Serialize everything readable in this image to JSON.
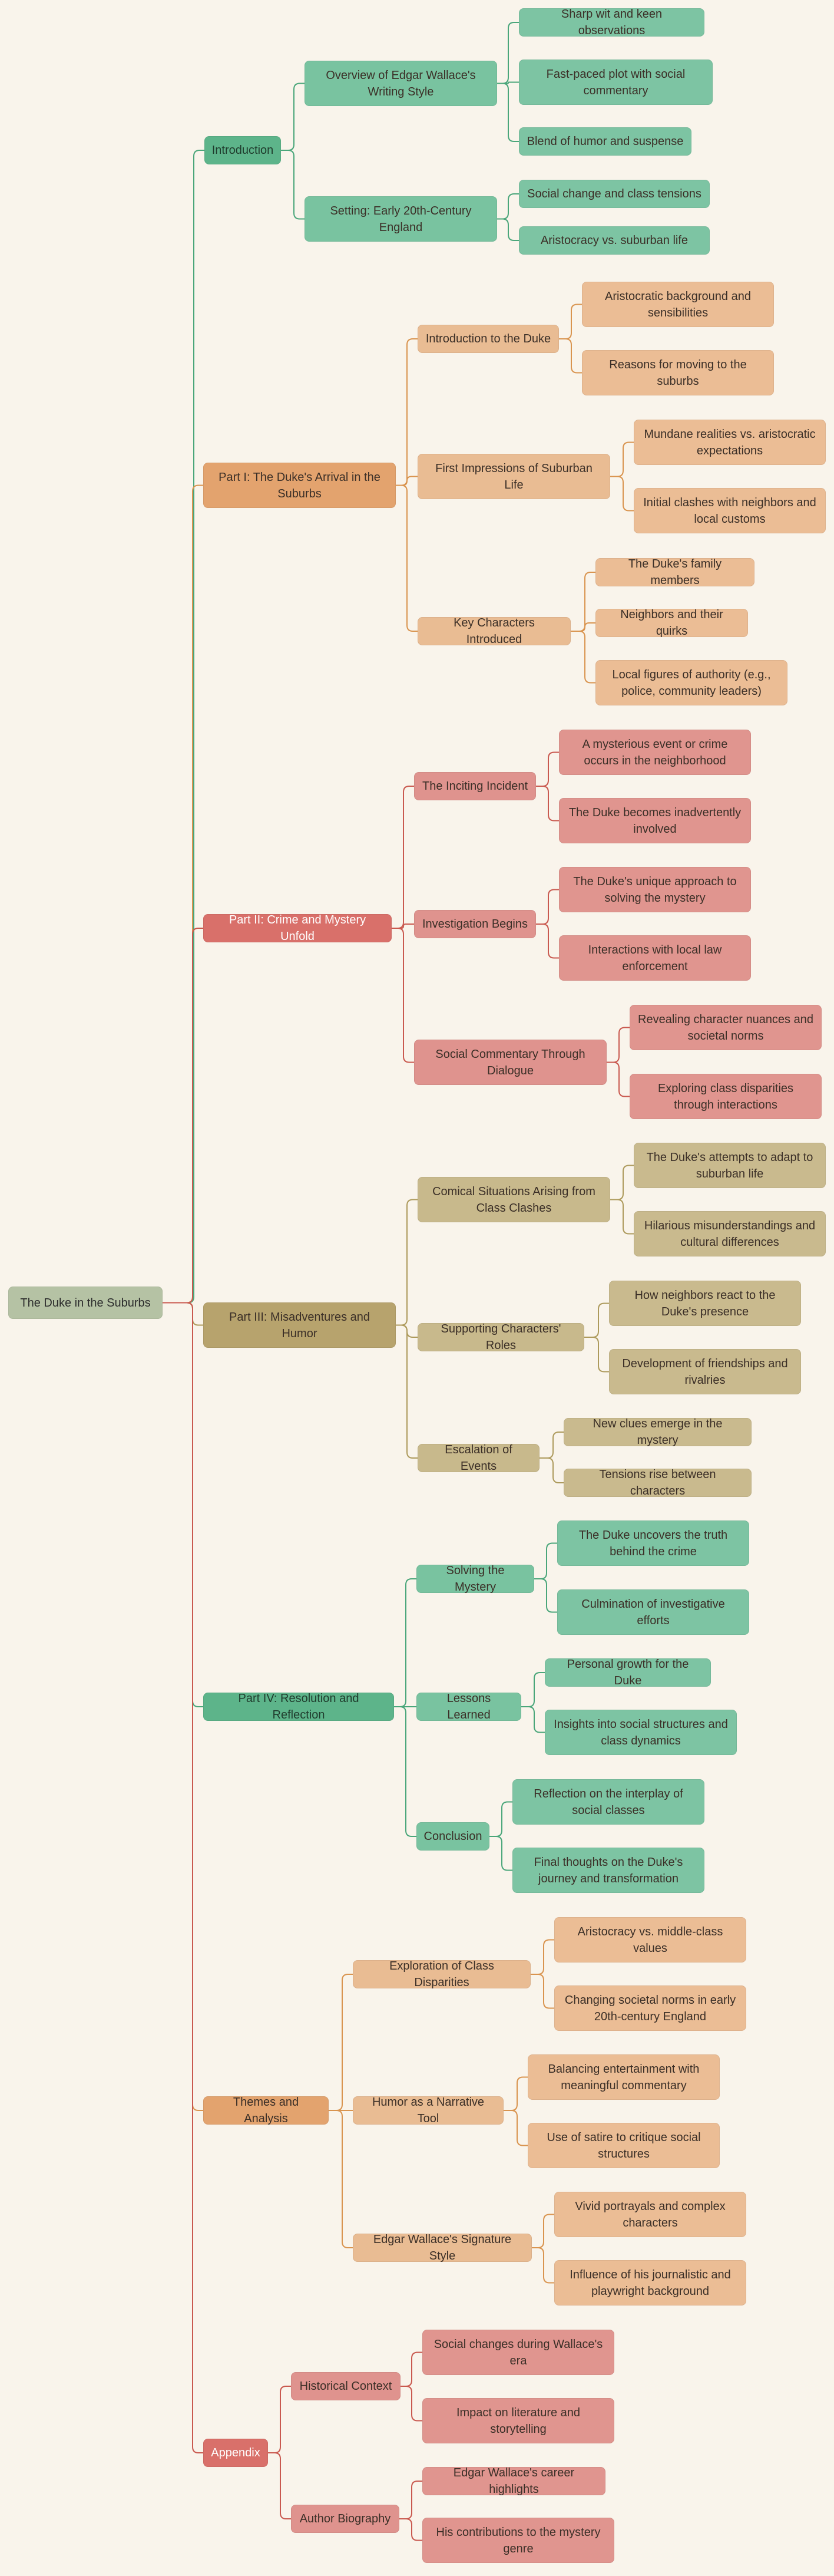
{
  "colors": {
    "background": "#f9f4eb",
    "root": "#b5c2a4",
    "green": {
      "l1": "#5db48a",
      "l2": "#79c3a0",
      "l3": "#7dc4a3",
      "line": "#4aa67a"
    },
    "orange": {
      "l1": "#e3a36e",
      "l2": "#e9bc93",
      "l3": "#ebbd95",
      "line": "#d9944f"
    },
    "red": {
      "l1": "#d9706a",
      "l2": "#df938e",
      "l3": "#e0958f",
      "line": "#c9594f"
    },
    "olive": {
      "l1": "#b7a36d",
      "l2": "#c8b98c",
      "l3": "#c9ba8e",
      "line": "#ad9a5c"
    }
  },
  "tree": {
    "text": "The Duke in the Suburbs",
    "children": [
      {
        "text": "Introduction",
        "palette": "green",
        "children": [
          {
            "text": "Overview of Edgar Wallace's Writing Style",
            "children": [
              {
                "text": "Sharp wit and keen observations"
              },
              {
                "text": "Fast-paced plot with social commentary"
              },
              {
                "text": "Blend of humor and suspense"
              }
            ]
          },
          {
            "text": "Setting: Early 20th-Century England",
            "children": [
              {
                "text": "Social change and class tensions"
              },
              {
                "text": "Aristocracy vs. suburban life"
              }
            ]
          }
        ]
      },
      {
        "text": "Part I: The Duke's Arrival in the Suburbs",
        "palette": "orange",
        "children": [
          {
            "text": "Introduction to the Duke",
            "children": [
              {
                "text": "Aristocratic background and sensibilities"
              },
              {
                "text": "Reasons for moving to the suburbs"
              }
            ]
          },
          {
            "text": "First Impressions of Suburban Life",
            "children": [
              {
                "text": "Mundane realities vs. aristocratic expectations"
              },
              {
                "text": "Initial clashes with neighbors and local customs"
              }
            ]
          },
          {
            "text": "Key Characters Introduced",
            "children": [
              {
                "text": "The Duke's family members"
              },
              {
                "text": "Neighbors and their quirks"
              },
              {
                "text": "Local figures of authority (e.g., police, community leaders)"
              }
            ]
          }
        ]
      },
      {
        "text": "Part II: Crime and Mystery Unfold",
        "palette": "red",
        "children": [
          {
            "text": "The Inciting Incident",
            "children": [
              {
                "text": "A mysterious event or crime occurs in the neighborhood"
              },
              {
                "text": "The Duke becomes inadvertently involved"
              }
            ]
          },
          {
            "text": "Investigation Begins",
            "children": [
              {
                "text": "The Duke's unique approach to solving the mystery"
              },
              {
                "text": "Interactions with local law enforcement"
              }
            ]
          },
          {
            "text": "Social Commentary Through Dialogue",
            "children": [
              {
                "text": "Revealing character nuances and societal norms"
              },
              {
                "text": "Exploring class disparities through interactions"
              }
            ]
          }
        ]
      },
      {
        "text": "Part III: Misadventures and Humor",
        "palette": "olive",
        "children": [
          {
            "text": "Comical Situations Arising from Class Clashes",
            "children": [
              {
                "text": "The Duke's attempts to adapt to suburban life"
              },
              {
                "text": "Hilarious misunderstandings and cultural differences"
              }
            ]
          },
          {
            "text": "Supporting Characters' Roles",
            "children": [
              {
                "text": "How neighbors react to the Duke's presence"
              },
              {
                "text": "Development of friendships and rivalries"
              }
            ]
          },
          {
            "text": "Escalation of Events",
            "children": [
              {
                "text": "New clues emerge in the mystery"
              },
              {
                "text": "Tensions rise between characters"
              }
            ]
          }
        ]
      },
      {
        "text": "Part IV: Resolution and Reflection",
        "palette": "green",
        "children": [
          {
            "text": "Solving the Mystery",
            "children": [
              {
                "text": "The Duke uncovers the truth behind the crime"
              },
              {
                "text": "Culmination of investigative efforts"
              }
            ]
          },
          {
            "text": "Lessons Learned",
            "children": [
              {
                "text": "Personal growth for the Duke"
              },
              {
                "text": "Insights into social structures and class dynamics"
              }
            ]
          },
          {
            "text": "Conclusion",
            "children": [
              {
                "text": "Reflection on the interplay of social classes"
              },
              {
                "text": "Final thoughts on the Duke's journey and transformation"
              }
            ]
          }
        ]
      },
      {
        "text": "Themes and Analysis",
        "palette": "orange",
        "children": [
          {
            "text": "Exploration of Class Disparities",
            "children": [
              {
                "text": "Aristocracy vs. middle-class values"
              },
              {
                "text": "Changing societal norms in early 20th-century England"
              }
            ]
          },
          {
            "text": "Humor as a Narrative Tool",
            "children": [
              {
                "text": "Balancing entertainment with meaningful commentary"
              },
              {
                "text": "Use of satire to critique social structures"
              }
            ]
          },
          {
            "text": "Edgar Wallace's Signature Style",
            "children": [
              {
                "text": "Vivid portrayals and complex characters"
              },
              {
                "text": "Influence of his journalistic and playwright background"
              }
            ]
          }
        ]
      },
      {
        "text": "Appendix",
        "palette": "red",
        "children": [
          {
            "text": "Historical Context",
            "children": [
              {
                "text": "Social changes during Wallace's era"
              },
              {
                "text": "Impact on literature and storytelling"
              }
            ]
          },
          {
            "text": "Author Biography",
            "children": [
              {
                "text": "Edgar Wallace's career highlights"
              },
              {
                "text": "His contributions to the mystery genre"
              }
            ]
          }
        ]
      }
    ]
  }
}
